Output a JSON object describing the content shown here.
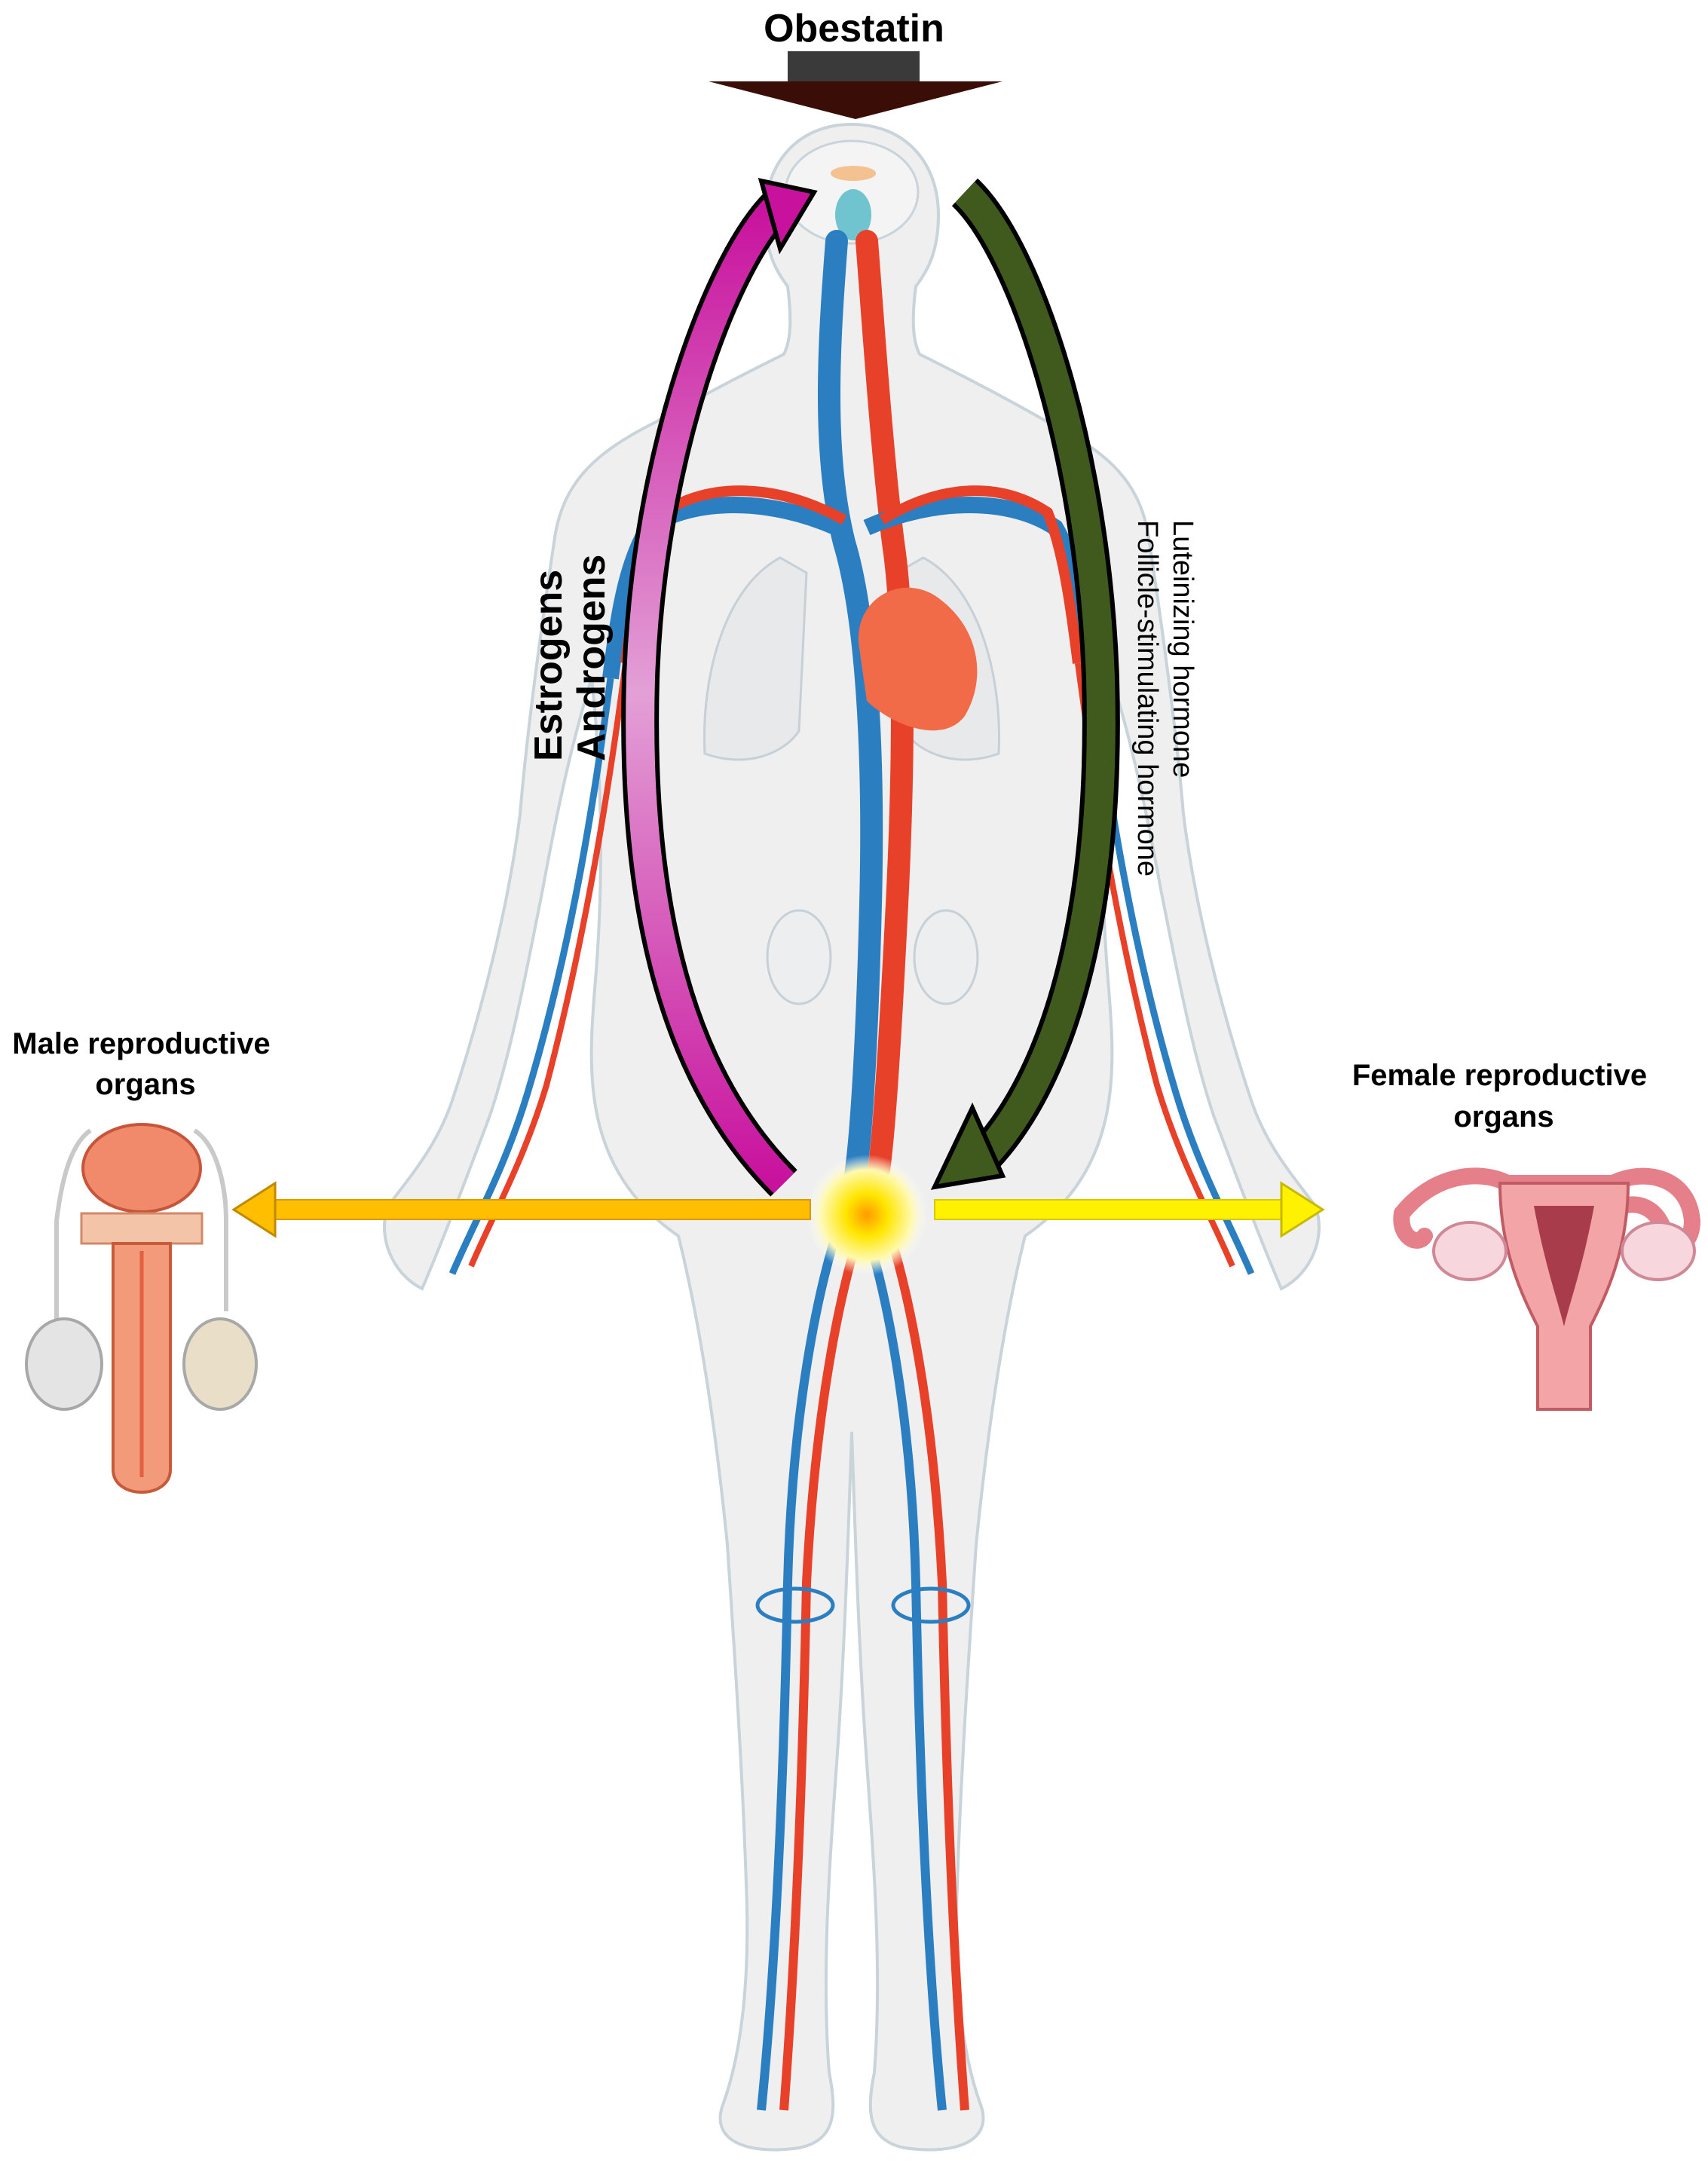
{
  "diagram": {
    "top_label": "Obestatin",
    "left_arc_labels": [
      "Estrogens",
      "Androgens"
    ],
    "right_arc_labels": [
      "Luteinizing hormone",
      "Follicle-stimulating hormone"
    ],
    "male_label": [
      "Male reproductive",
      "organs"
    ],
    "female_label": [
      "Female reproductive",
      "organs"
    ]
  },
  "colors": {
    "artery": "#e8412a",
    "vein": "#2b7fc1",
    "body_fill": "#eeeeee",
    "left_arc": "#cc1fb8",
    "right_arc": "#3f5a1c",
    "top_arrow": "#3a0d06",
    "male_arrow": "#ffbf00",
    "female_arrow": "#fff200",
    "gonad_glow": "#ffd800"
  },
  "icons": {
    "male_organs": "male-reproductive-organs-illustration",
    "female_organs": "female-reproductive-organs-illustration",
    "body": "human-circulatory-system-illustration"
  }
}
